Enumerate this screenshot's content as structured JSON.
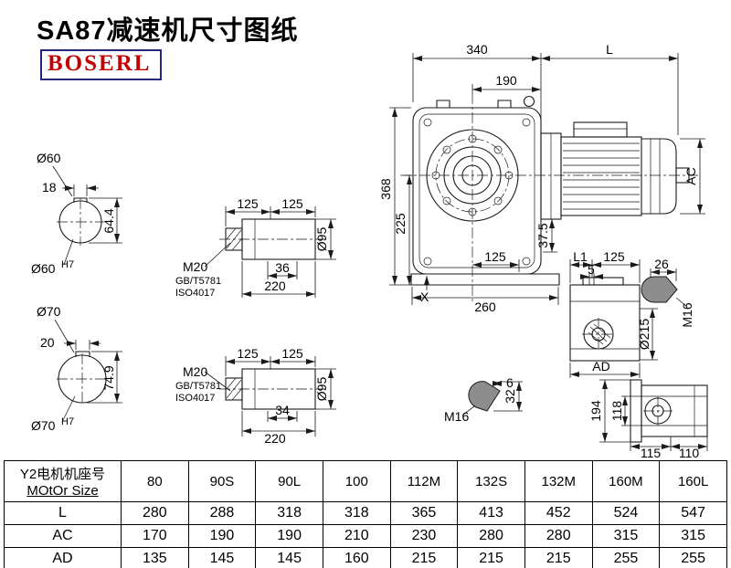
{
  "title": "SA87减速机尺寸图纸",
  "logo": "BOSERL",
  "main_view": {
    "dim_340": "340",
    "dim_L": "L",
    "dim_190": "190",
    "dim_368": "368",
    "dim_225": "225",
    "dim_AC": "AC",
    "dim_37_5": "37.5",
    "dim_125": "125",
    "dim_260": "260",
    "dim_X": "X"
  },
  "section_60": {
    "dia": "Ø60",
    "key_w": "18",
    "key_h": "64.4",
    "fit_d": "Ø60",
    "fit_tol": "H7"
  },
  "section_70": {
    "dia": "Ø70",
    "key_w": "20",
    "key_h": "74.9",
    "fit_d": "Ø70",
    "fit_tol": "H7"
  },
  "shaft_1": {
    "dim_125a": "125",
    "dim_125b": "125",
    "thread": "M20",
    "std_1": "GB/T5781",
    "std_2": "ISO4017",
    "dim_len": "36",
    "dim_total": "220",
    "dia": "Ø95"
  },
  "shaft_2": {
    "dim_125a": "125",
    "dim_125b": "125",
    "thread": "M20",
    "std_1": "GB/T5781",
    "std_2": "ISO4017",
    "dim_len": "34",
    "dim_total": "220",
    "dia": "Ø95"
  },
  "side_view": {
    "dim_L1": "L1",
    "dim_125": "125",
    "dim_5": "5",
    "dim_26": "26",
    "thread": "M16",
    "dia": "Ø215",
    "dim_AD": "AD"
  },
  "end_view": {
    "dim_194": "194",
    "dim_118": "118",
    "dim_115": "115",
    "dim_110": "110"
  },
  "key_view": {
    "dim_6": "6",
    "dim_32": "32",
    "thread": "M16"
  },
  "table": {
    "header_cn": "Y2电机机座号",
    "header_en": "MOtOr Size",
    "sizes": [
      "80",
      "90S",
      "90L",
      "100",
      "112M",
      "132S",
      "132M",
      "160M",
      "160L"
    ],
    "rows": [
      {
        "label": "L",
        "values": [
          "280",
          "288",
          "318",
          "318",
          "365",
          "413",
          "452",
          "524",
          "547"
        ]
      },
      {
        "label": "AC",
        "values": [
          "170",
          "190",
          "190",
          "210",
          "230",
          "280",
          "280",
          "315",
          "315"
        ]
      },
      {
        "label": "AD",
        "values": [
          "135",
          "145",
          "145",
          "160",
          "215",
          "215",
          "215",
          "255",
          "255"
        ]
      }
    ]
  }
}
